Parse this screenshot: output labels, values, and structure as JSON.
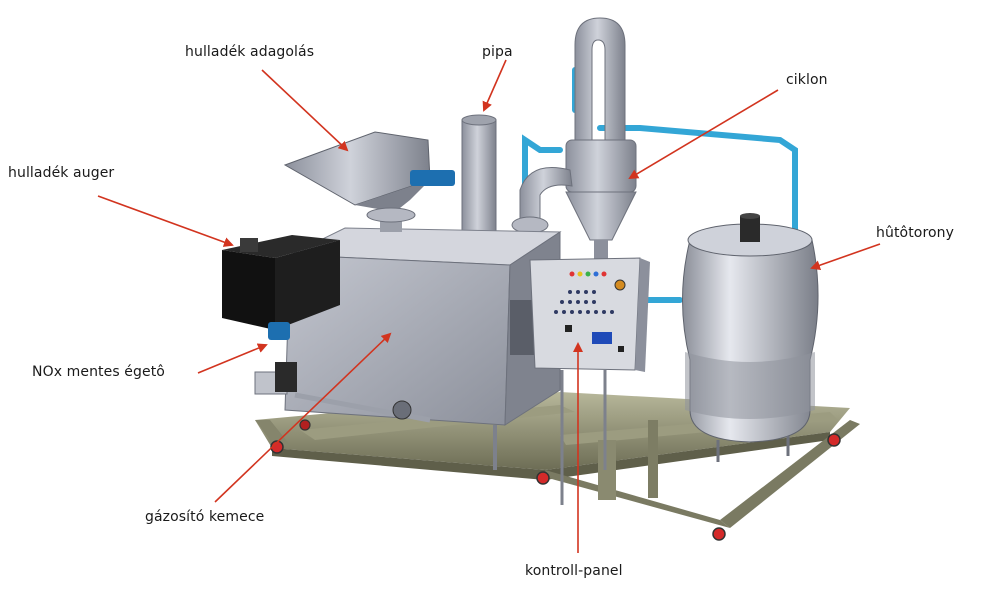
{
  "labels": {
    "waste_feed": "hulladék adagolás",
    "pipe": "pipa",
    "cyclone": "ciklon",
    "waste_auger": "hulladék auger",
    "cooling_tower": "hûtôtorony",
    "nox_burner": "NOx mentes égetô",
    "gasifier_furnace": "gázosító kemece",
    "control_panel": "kontroll-panel"
  },
  "colors": {
    "arrow": "#d2341f",
    "steel": "#a9adb8",
    "frame": "#8f8f72",
    "coolant_pipe": "#33a6d6"
  }
}
